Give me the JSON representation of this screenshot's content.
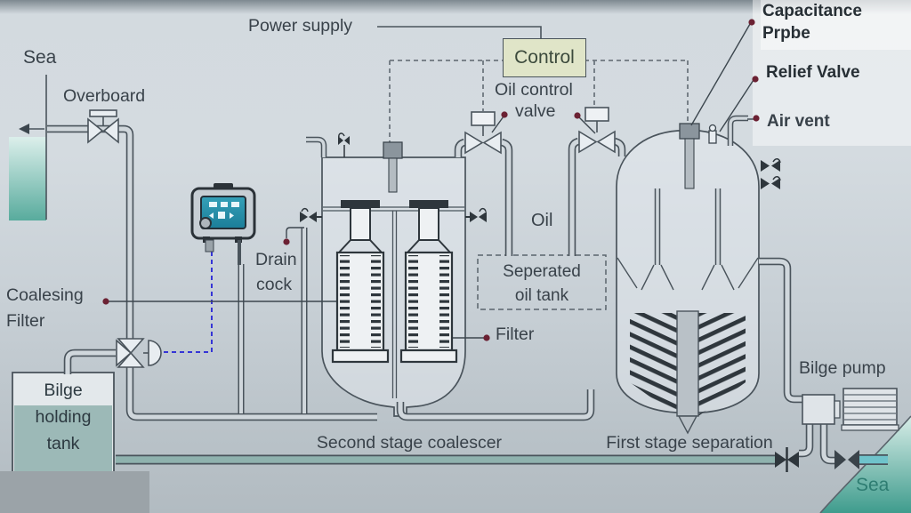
{
  "diagram": {
    "title": "Oily water separator system schematic",
    "labels": {
      "sea_top": "Sea",
      "overboard": "Overboard",
      "power_supply": "Power supply",
      "control": "Control",
      "oil_control_line1": "Oil control",
      "oil_control_line2": "valve",
      "capacitance_line1": "Capacitance",
      "capacitance_line2": "Prpbe",
      "relief_valve": "Relief Valve",
      "air_vent": "Air vent",
      "oil": "Oil",
      "separated_tank_line1": "Seperated",
      "separated_tank_line2": "oil tank",
      "drain_line1": "Drain",
      "drain_line2": "cock",
      "coalescing_line1": "Coalesing",
      "coalescing_line2": "Filter",
      "filter": "Filter",
      "bilge_tank_line1": "Bilge",
      "bilge_tank_line2": "holding",
      "bilge_tank_line3": "tank",
      "second_stage": "Second stage coalescer",
      "first_stage": "First stage separation",
      "bilge_pump": "Bilge pump",
      "sea_bottom": "Sea"
    },
    "colors": {
      "line": "#4a545c",
      "label_text": "#39424a",
      "control_box_fill": "#e0e5c8",
      "leader_dot": "#6b2133",
      "signal_dashed_blue": "#3535d6",
      "control_dashed_gray": "#6d767e",
      "sea_teal_dark": "#3f9c8d",
      "sea_teal_light": "#d7ece7",
      "water_pipe_fill": "#8fb2ae",
      "sea_pipe_fill": "#6fc3cb",
      "monitor_screen": "#1b7e99",
      "sea_bottom_text": "#2e7d72"
    },
    "icons": {
      "flow_arrow": "left-arrow",
      "valve": "bowtie",
      "three_way_valve": "bowtie-3port-with-actuator",
      "leader_dot": "filled-circle"
    }
  }
}
